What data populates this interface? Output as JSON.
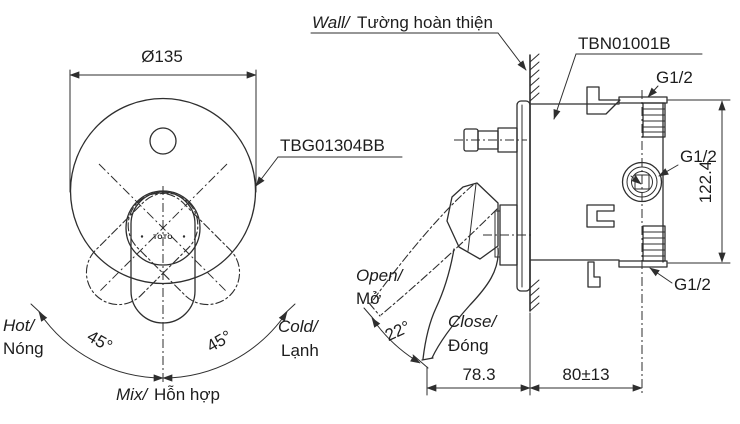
{
  "front_view": {
    "diameter_dim": "Ø135",
    "trim_model": "TBG01304BB",
    "logo": "TOTO",
    "hot_en": "Hot/",
    "hot_vi": "Nóng",
    "cold_en": "Cold/",
    "cold_vi": "Lạnh",
    "mix_en": "Mix/",
    "mix_vi": "Hỗn hợp",
    "angle_left": "45°",
    "angle_right": "45°"
  },
  "side_view": {
    "wall_en": "Wall/",
    "wall_vi": "Tường hoàn thiện",
    "valve_model": "TBN01001B",
    "port_top": "G1/2",
    "port_front": "G1/2",
    "port_bottom": "G1/2",
    "height_dim": "122.4",
    "open_en": "Open/",
    "open_vi": "Mở",
    "close_en": "Close/",
    "close_vi": "Đóng",
    "open_angle": "22°",
    "handle_depth_dim": "78.3",
    "rough_in_depth_dim": "80±13"
  },
  "colors": {
    "line": "#2e2e2e",
    "text": "#1d1d1d",
    "background": "#ffffff"
  }
}
